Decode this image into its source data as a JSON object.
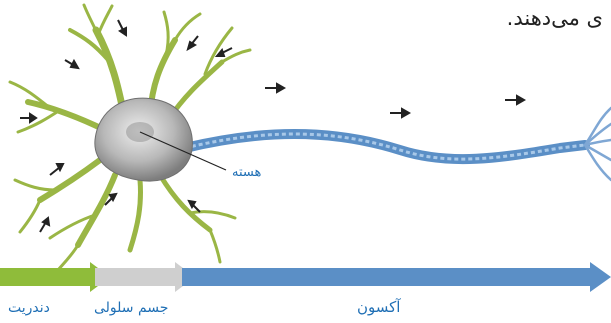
{
  "top_text": "ی می‌دهند.",
  "labels": {
    "nucleus": "هسته",
    "dendrite": "دندریت",
    "cell_body": "جسم سلولی",
    "axon": "آکسون"
  },
  "colors": {
    "dendrite": "#8fbc3a",
    "cell_body": "#c8c8c8",
    "axon": "#5b8fc6",
    "label": "#1f6fb5",
    "arrow_marks": "#222222"
  }
}
